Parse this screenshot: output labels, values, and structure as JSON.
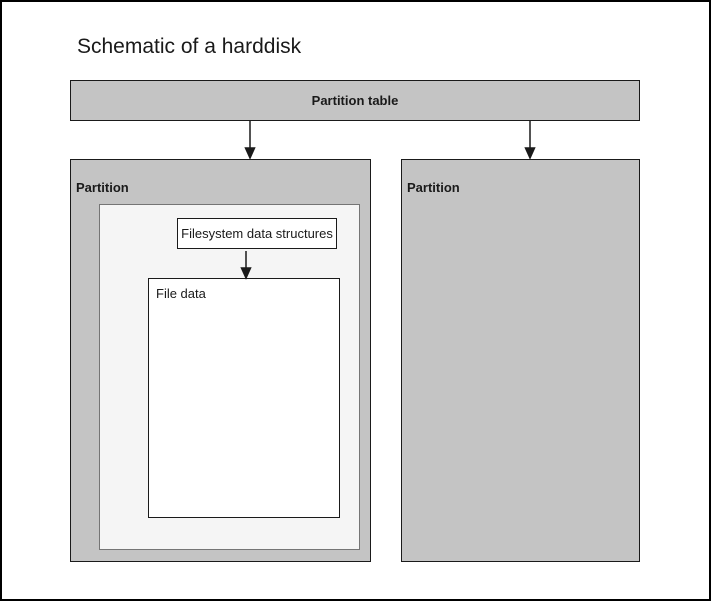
{
  "diagram": {
    "title": "Schematic of a harddisk",
    "partition_table": {
      "label": "Partition table"
    },
    "partitions": [
      {
        "label": "Partition"
      },
      {
        "label": "Partition"
      }
    ],
    "filesystem_box": {
      "label": "Filesystem data structures"
    },
    "file_data_box": {
      "label": "File data"
    },
    "connectors": [
      {
        "name": "partition-table-to-left-partition",
        "direction": "down"
      },
      {
        "name": "partition-table-to-right-partition",
        "direction": "down"
      },
      {
        "name": "filesystem-structures-to-file-data",
        "direction": "down"
      }
    ],
    "colors": {
      "partition_fill": "#c4c4c4",
      "inner_container_fill": "#f5f5f5",
      "data_box_fill": "#ffffff",
      "border_dark": "#1a1a1a",
      "inner_border_gray": "#757575",
      "text": "#1a1a1a",
      "background": "#ffffff",
      "frame_border": "#000000"
    }
  }
}
